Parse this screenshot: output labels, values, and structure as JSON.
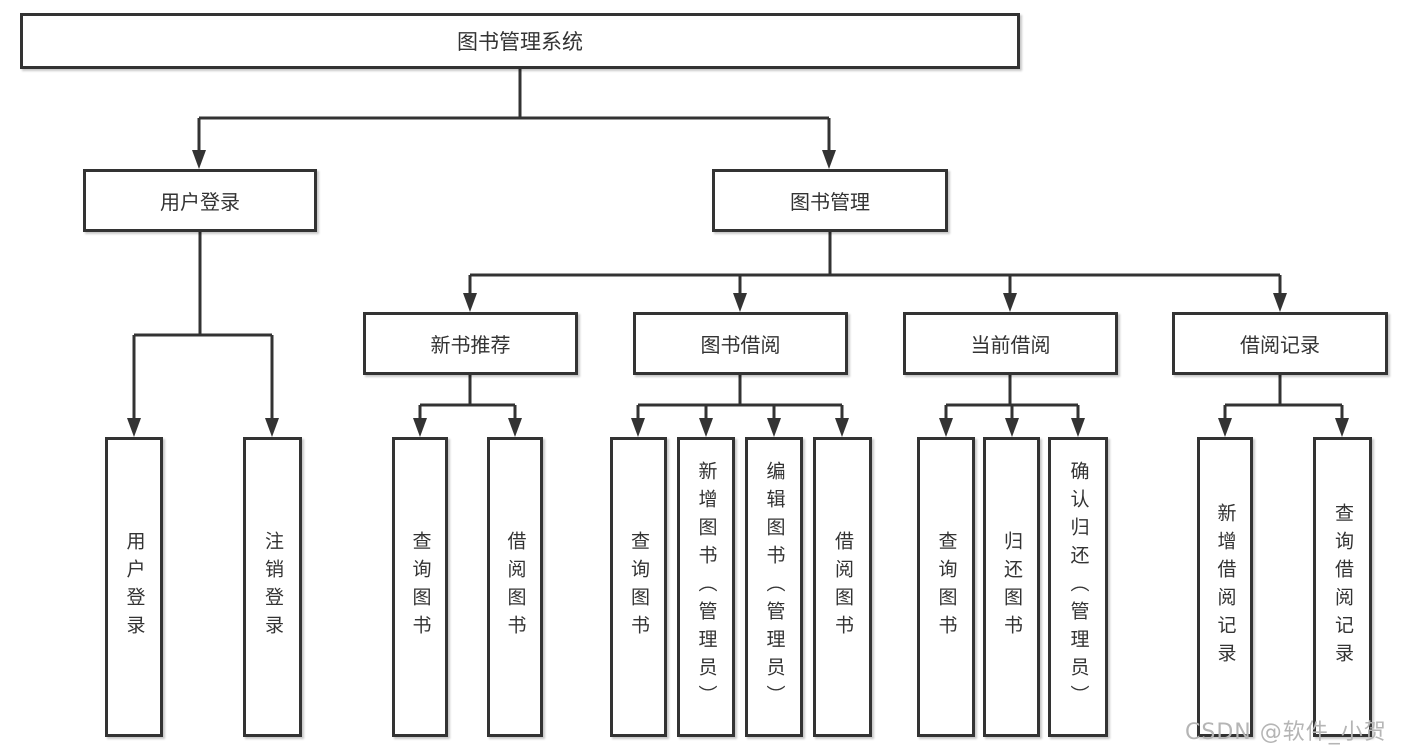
{
  "tree": {
    "root": "图书管理系统",
    "level2": [
      "用户登录",
      "图书管理"
    ],
    "level3": [
      "新书推荐",
      "图书借阅",
      "当前借阅",
      "借阅记录"
    ],
    "login_children": [
      "用户登录",
      "注销登录"
    ],
    "recommend_children": [
      "查询图书",
      "借阅图书"
    ],
    "borrow_children": [
      "查询图书",
      "新增图书（管理员）",
      "编辑图书（管理员）",
      "借阅图书"
    ],
    "current_children": [
      "查询图书",
      "归还图书",
      "确认归还（管理员）"
    ],
    "record_children": [
      "新增借阅记录",
      "查询借阅记录"
    ]
  },
  "watermark": "CSDN @软件_小贺同学",
  "colors": {
    "line": "#333333",
    "text": "#333333",
    "watermark": "#b5b5b5",
    "background": "#ffffff"
  }
}
